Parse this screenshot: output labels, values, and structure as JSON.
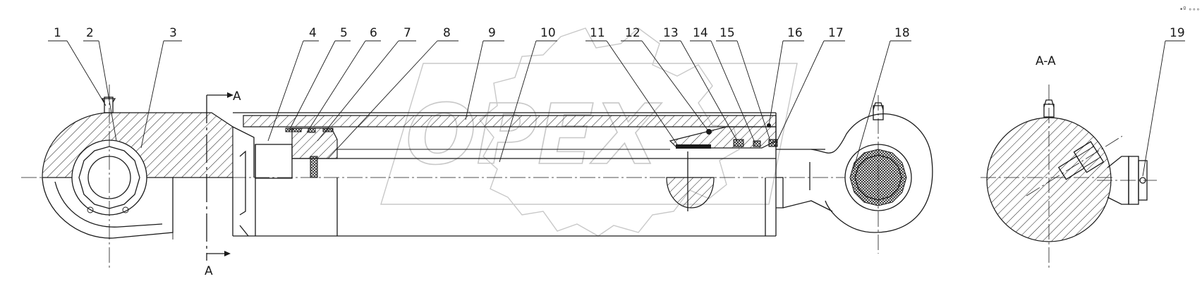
{
  "drawing": {
    "callouts": [
      "1",
      "2",
      "3",
      "4",
      "5",
      "6",
      "7",
      "8",
      "9",
      "10",
      "11",
      "12",
      "13",
      "14",
      "15",
      "16",
      "17",
      "18",
      "19"
    ],
    "section_marker_top": "A",
    "section_marker_bottom": "A",
    "section_view_title": "A-A",
    "corner_mark": "•º ∘∘∘",
    "watermark_text": "OPEX",
    "line_color": "#1a1a1a",
    "watermark_color": "#c8c8c8"
  }
}
